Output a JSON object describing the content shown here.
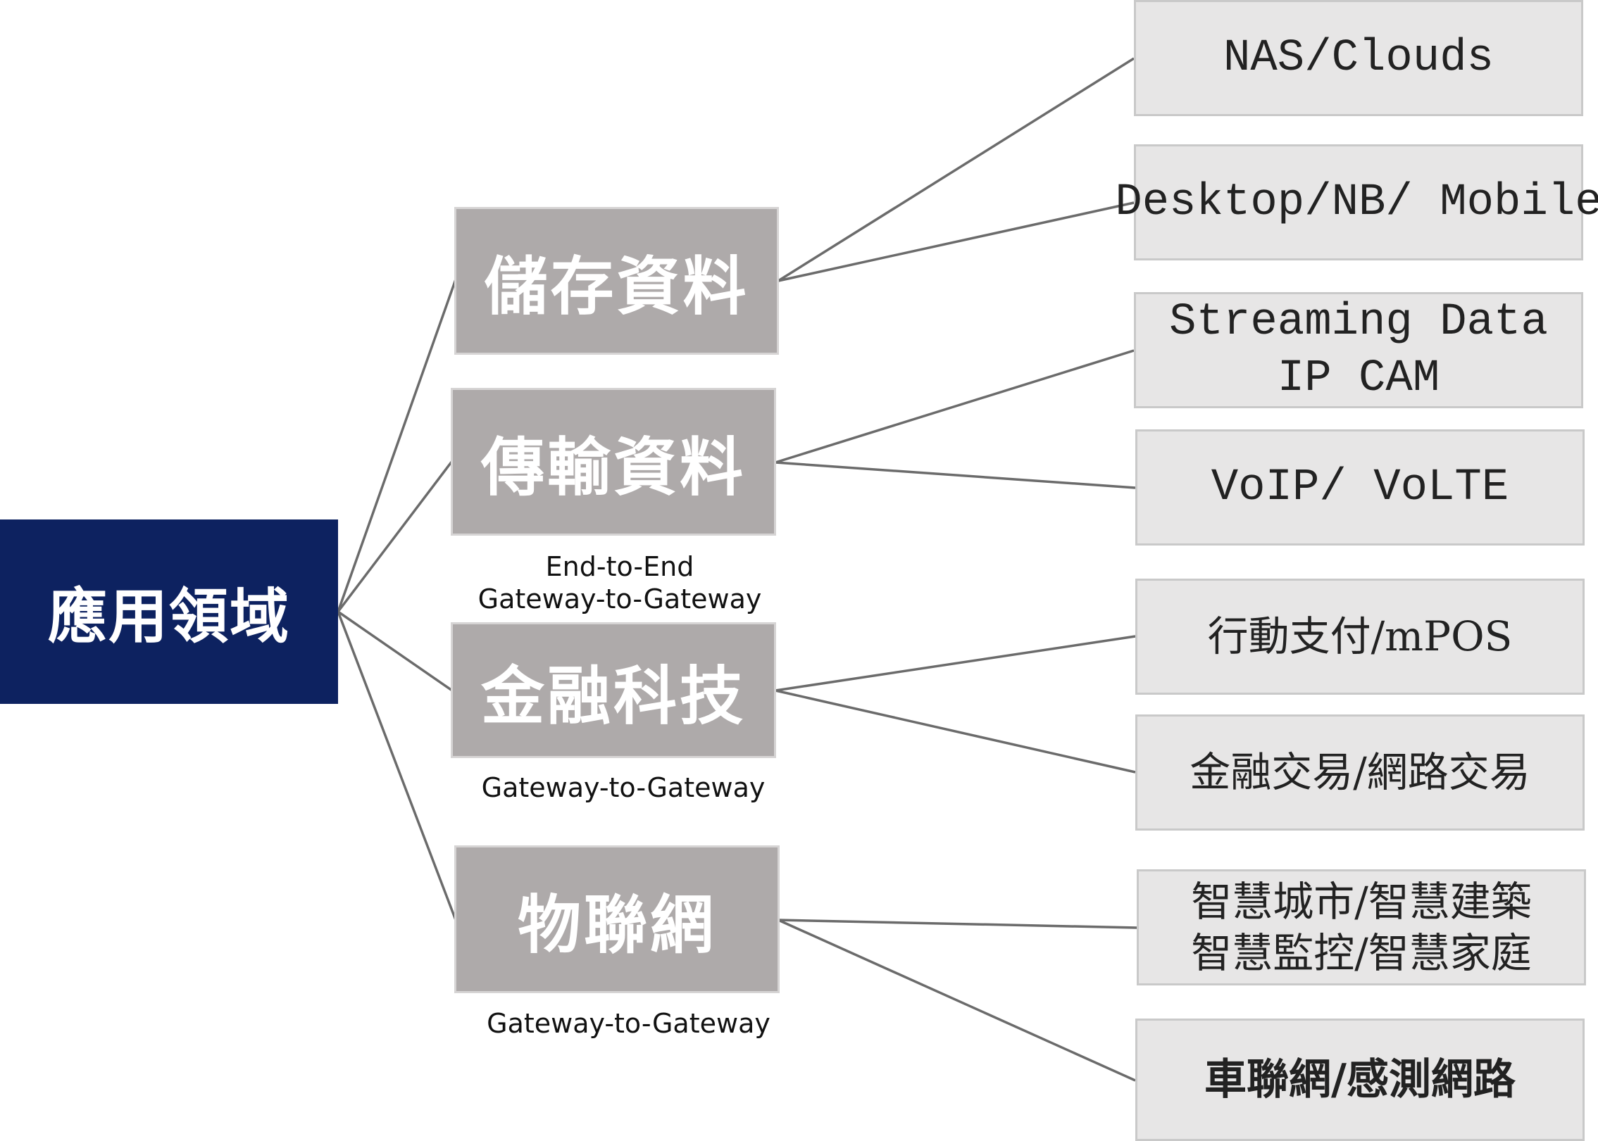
{
  "root": {
    "label": "應用領域"
  },
  "categories": [
    {
      "label": "儲存資料",
      "caption": []
    },
    {
      "label": "傳輸資料",
      "caption": [
        "End-to-End",
        "Gateway-to-Gateway"
      ]
    },
    {
      "label": "金融科技",
      "caption": [
        "Gateway-to-Gateway"
      ]
    },
    {
      "label": "物聯網",
      "caption": [
        "Gateway-to-Gateway"
      ]
    }
  ],
  "leaves": [
    {
      "lines": [
        "NAS/Clouds"
      ]
    },
    {
      "lines": [
        "Desktop/NB/ Mobile"
      ]
    },
    {
      "lines": [
        "Streaming Data",
        "IP CAM"
      ]
    },
    {
      "lines": [
        "VoIP/ VoLTE"
      ]
    },
    {
      "lines": [
        "行動支付/mPOS"
      ]
    },
    {
      "lines": [
        "金融交易/網路交易"
      ]
    },
    {
      "lines": [
        "智慧城市/智慧建築",
        "智慧監控/智慧家庭"
      ]
    },
    {
      "lines": [
        "車聯網/感測網路"
      ]
    }
  ],
  "colors": {
    "root_fill": "#0d2260",
    "category_fill": "#aeaaaa",
    "leaf_fill": "#e7e6e6",
    "connector": "#6b6b6b"
  }
}
